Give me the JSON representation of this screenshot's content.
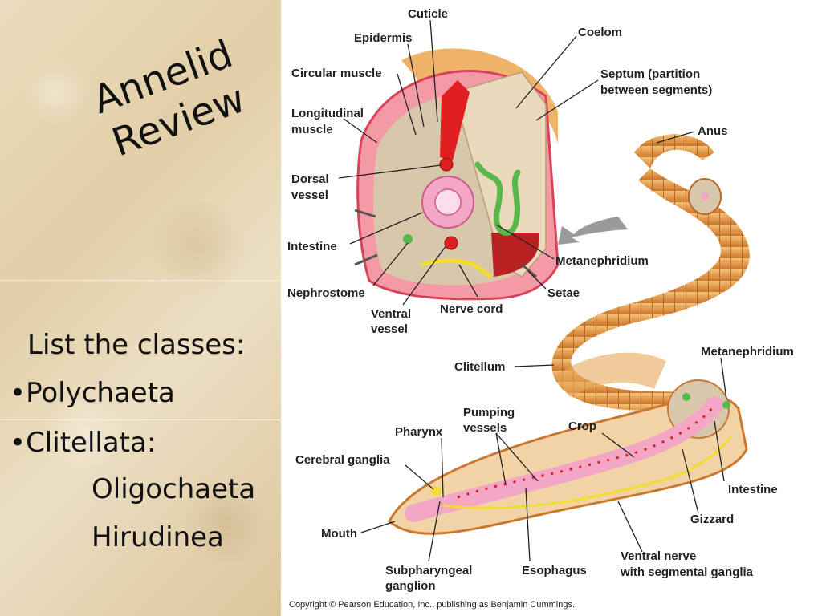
{
  "slide": {
    "title_line1": "Annelid",
    "title_line2": "Review",
    "prompt": "List the classes:",
    "bullet": "•",
    "class1": "Polychaeta",
    "class2": "Clitellata:",
    "sub1": "Oligochaeta",
    "sub2": "Hirudinea"
  },
  "diagram": {
    "labels": {
      "cuticle": "Cuticle",
      "epidermis": "Epidermis",
      "coelom": "Coelom",
      "circular_muscle": "Circular muscle",
      "septum_1": "Septum (partition",
      "septum_2": "between segments)",
      "longitudinal_1": "Longitudinal",
      "longitudinal_2": "muscle",
      "anus": "Anus",
      "dorsal_1": "Dorsal",
      "dorsal_2": "vessel",
      "intestine_top": "Intestine",
      "metanephridium_top": "Metanephridium",
      "nephrostome": "Nephrostome",
      "setae": "Setae",
      "ventral_vessel_1": "Ventral",
      "ventral_vessel_2": "vessel",
      "nerve_cord": "Nerve cord",
      "clitellum": "Clitellum",
      "metanephridium_right": "Metanephridium",
      "pumping_1": "Pumping",
      "pumping_2": "vessels",
      "pharynx": "Pharynx",
      "crop": "Crop",
      "cerebral_ganglia": "Cerebral ganglia",
      "intestine_right": "Intestine",
      "gizzard": "Gizzard",
      "mouth": "Mouth",
      "ventral_nerve_1": "Ventral nerve",
      "ventral_nerve_2": "with segmental ganglia",
      "subpharyngeal_1": "Subpharyngeal",
      "subpharyngeal_2": "ganglion",
      "esophagus": "Esophagus"
    },
    "copyright": "Copyright © Pearson Education, Inc., publishing as Benjamin Cummings."
  },
  "colors": {
    "body_tan": "#e9a85a",
    "muscle_pink": "#f39aa6",
    "gut_pink": "#f3a6c6",
    "vessel_red": "#e02020",
    "nephridium_green": "#58b84a",
    "nerve_yellow": "#f2dc2c",
    "coelom_beige": "#d8c7ab"
  }
}
